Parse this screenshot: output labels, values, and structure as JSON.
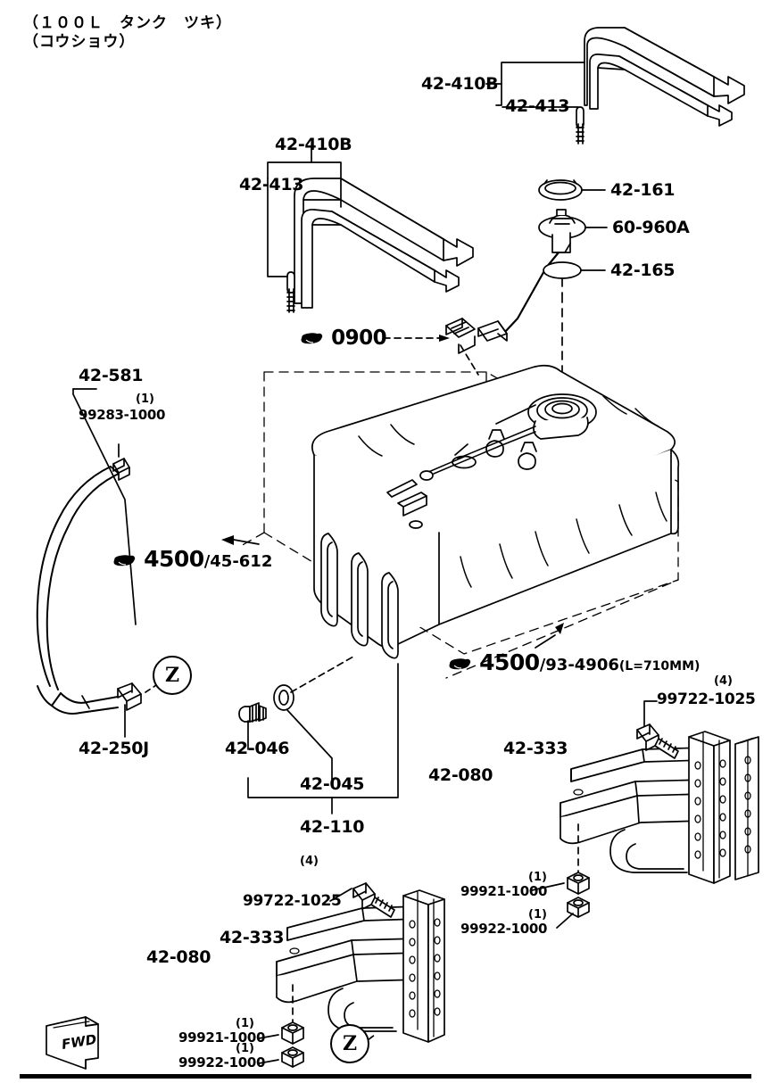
{
  "header": {
    "line1": "（１００Ｌ　タンク　ツキ）",
    "line2": "（コウショウ）"
  },
  "icons": {
    "hand": "pointing-hand-icon",
    "fwd": "FWD",
    "z_marker": "Z"
  },
  "labels": {
    "strap_top_right_group": "42-410B",
    "strap_top_right_pad": "42-413",
    "strap_mid_group": "42-410B",
    "strap_mid_pad": "42-413",
    "gasket_ring": "42-161",
    "sender_unit": "60-960A",
    "sender_packing": "42-165",
    "clamp_ref": "0900",
    "filler_hose": "42-581",
    "hose_clip": "99283-1000",
    "hose_clip_qty": "(1)",
    "tank_ref_1_code": "4500",
    "tank_ref_1_part": "45-612",
    "tank_ref_2_code": "4500",
    "tank_ref_2_part": "93-4906",
    "tank_ref_2_note": "(L=710MM)",
    "breather_hose": "42-250J",
    "drain_plug": "42-046",
    "drain_washer": "42-045",
    "drain_group": "42-110",
    "strap_group_right": "42-080",
    "strap_right": "42-333",
    "bolt_right": "99722-1025",
    "bolt_right_qty": "(4)",
    "nut_right": "99921-1000",
    "nut_right_qty": "(1)",
    "washer_right": "99922-1000",
    "washer_right_qty": "(1)",
    "strap_group_left": "42-080",
    "strap_left": "42-333",
    "bolt_left": "99722-1025",
    "bolt_left_qty": "(4)",
    "nut_left": "99921-1000",
    "nut_left_qty": "(1)",
    "washer_left": "99922-1000",
    "washer_left_qty": "(1)"
  },
  "separators": {
    "slash1": "/",
    "slash2": "/"
  }
}
